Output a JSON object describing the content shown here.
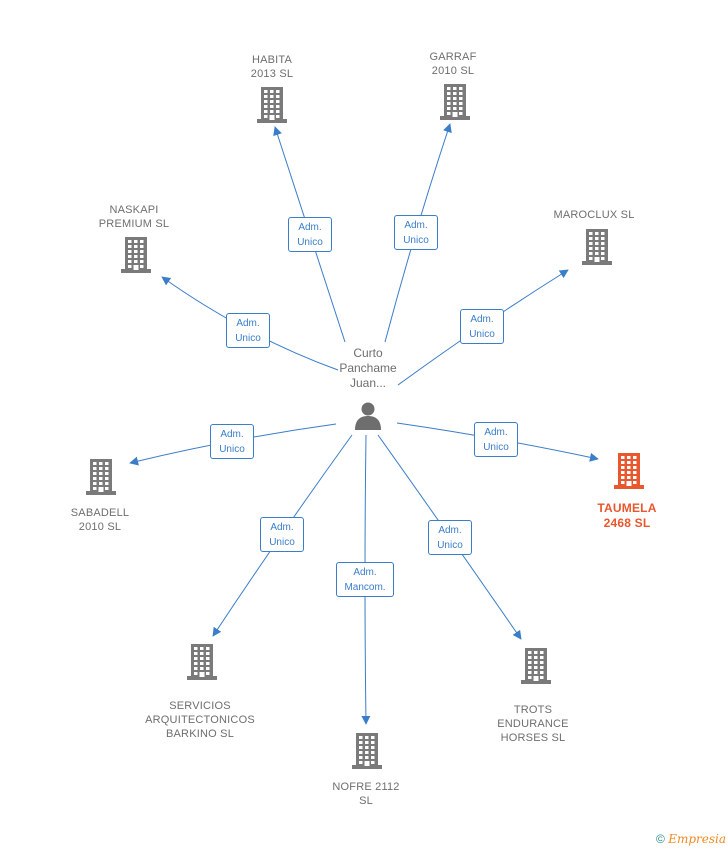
{
  "person": {
    "label": "Curto\nPanchame\nJuan..."
  },
  "companies": [
    {
      "id": "habita",
      "label": "HABITA\n2013  SL",
      "highlight": false
    },
    {
      "id": "garraf",
      "label": "GARRAF\n2010 SL",
      "highlight": false
    },
    {
      "id": "naskapi",
      "label": "NASKAPI\nPREMIUM SL",
      "highlight": false
    },
    {
      "id": "maroclux",
      "label": "MAROCLUX  SL",
      "highlight": false
    },
    {
      "id": "sabadell",
      "label": "SABADELL\n2010 SL",
      "highlight": false
    },
    {
      "id": "taumela",
      "label": "TAUMELA\n2468  SL",
      "highlight": true
    },
    {
      "id": "servicios",
      "label": "SERVICIOS\nARQUITECTONICOS\nBARKINO SL",
      "highlight": false
    },
    {
      "id": "trots",
      "label": "TROTS\nENDURANCE\nHORSES  SL",
      "highlight": false
    },
    {
      "id": "nofre",
      "label": "NOFRE 2112\nSL",
      "highlight": false
    }
  ],
  "relations": [
    {
      "target": "habita",
      "label": "Adm.\nUnico"
    },
    {
      "target": "garraf",
      "label": "Adm.\nUnico"
    },
    {
      "target": "naskapi",
      "label": "Adm.\nUnico"
    },
    {
      "target": "maroclux",
      "label": "Adm.\nUnico"
    },
    {
      "target": "sabadell",
      "label": "Adm.\nUnico"
    },
    {
      "target": "taumela",
      "label": "Adm.\nUnico"
    },
    {
      "target": "servicios",
      "label": "Adm.\nUnico"
    },
    {
      "target": "trots",
      "label": "Adm.\nUnico"
    },
    {
      "target": "nofre",
      "label": "Adm.\nMancom."
    }
  ],
  "colors": {
    "edge": "#3a7dc9",
    "building": "#7a7a7a",
    "highlight": "#e8572e",
    "person": "#6e6e6e"
  },
  "footer": {
    "copyright": "©",
    "brand": "Empresia"
  }
}
